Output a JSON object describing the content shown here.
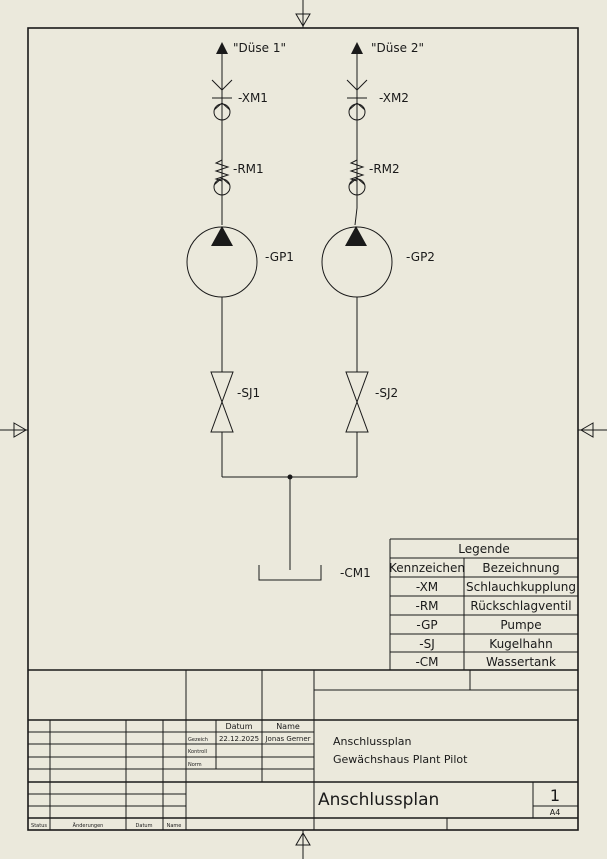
{
  "outlets": [
    "\"Düse 1\"",
    "\"Düse 2\""
  ],
  "components": {
    "xm": [
      "-XM1",
      "-XM2"
    ],
    "rm": [
      "-RM1",
      "-RM2"
    ],
    "gp": [
      "-GP1",
      "-GP2"
    ],
    "sj": [
      "-SJ1",
      "-SJ2"
    ],
    "cm": "-CM1"
  },
  "legend": {
    "title": "Legende",
    "headers": [
      "Kennzeichen",
      "Bezeichnung"
    ],
    "rows": [
      [
        "-XM",
        "Schlauchkupplung"
      ],
      [
        "-RM",
        "Rückschlagventil"
      ],
      [
        "-GP",
        "Pumpe"
      ],
      [
        "-SJ",
        "Kugelhahn"
      ],
      [
        "-CM",
        "Wassertank"
      ]
    ]
  },
  "title_block": {
    "datum_header": "Datum",
    "name_header": "Name",
    "gezeich_label": "Gezeich",
    "kontroll_label": "Kontroll",
    "norm_label": "Norm",
    "gezeich_date": "22.12.2025",
    "gezeich_name": "Jonas Gerner",
    "description_line1": "Anschlussplan",
    "description_line2": "Gewächshaus Plant Pilot",
    "drawing_title": "Anschlussplan",
    "sheet_number": "1",
    "sheet_format": "A4",
    "status_label": "Status",
    "changes_label": "Änderungen",
    "rev_date_label": "Datum",
    "rev_name_label": "Name"
  }
}
